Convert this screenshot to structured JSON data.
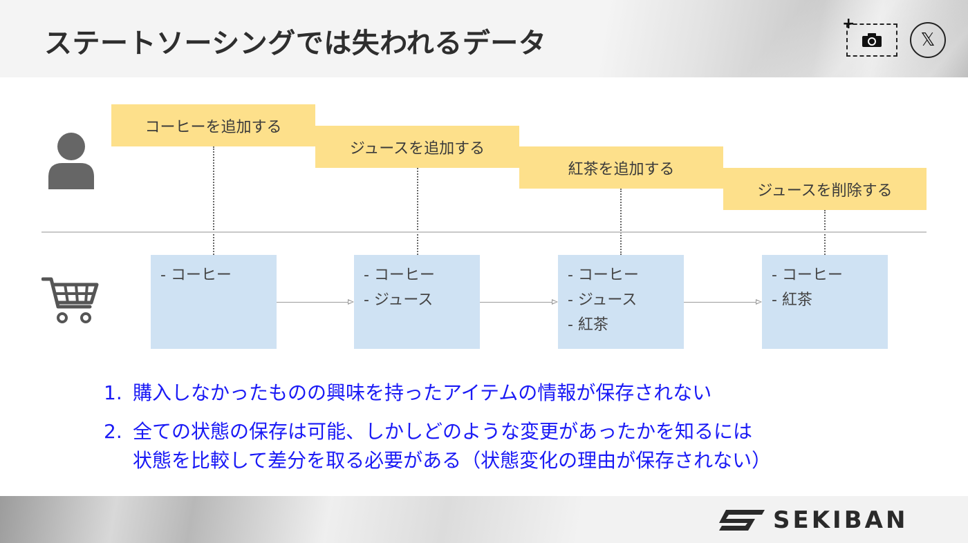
{
  "header": {
    "title": "ステートソーシングでは失われるデータ",
    "capture_icon": "camera-icon",
    "share_icon": "x-logo-icon",
    "share_glyph": "𝕏"
  },
  "timeline": {
    "actor_icon": "user-icon",
    "actions": [
      {
        "label": "コーヒーを追加する"
      },
      {
        "label": "ジュースを追加する"
      },
      {
        "label": "紅茶を追加する"
      },
      {
        "label": "ジュースを削除する"
      }
    ]
  },
  "cart": {
    "icon": "shopping-cart-icon",
    "states": [
      {
        "items": [
          "- コーヒー"
        ]
      },
      {
        "items": [
          "- コーヒー",
          "- ジュース"
        ]
      },
      {
        "items": [
          "- コーヒー",
          "- ジュース",
          "- 紅茶"
        ]
      },
      {
        "items": [
          "- コーヒー",
          "- 紅茶"
        ]
      }
    ]
  },
  "notes": [
    {
      "num": "1.",
      "lines": [
        "購入しなかったものの興味を持ったアイテムの情報が保存されない"
      ]
    },
    {
      "num": "2.",
      "lines": [
        "全ての状態の保存は可能、しかしどのような変更があったかを知るには",
        "状態を比較して差分を取る必要がある（状態変化の理由が保存されない）"
      ]
    }
  ],
  "footer": {
    "brand": "SEKIBAN",
    "logo_icon": "sekiban-logo-icon"
  },
  "colors": {
    "action_bg": "#fde08b",
    "cart_bg": "#cfe2f3",
    "note_text": "#1a1af5"
  }
}
